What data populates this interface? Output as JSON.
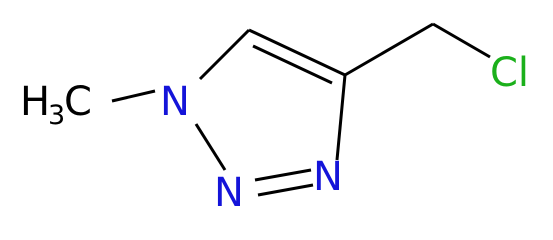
{
  "molecule": {
    "atoms": {
      "n1": "N",
      "n2": "N",
      "n3": "N",
      "cl": "Cl",
      "methyl_h": "H",
      "methyl_sub": "3",
      "methyl_c": "C"
    },
    "colors": {
      "bond": "#000000",
      "nitrogen": "#1414d9",
      "chlorine": "#1bb01b",
      "carbon": "#000000"
    }
  }
}
